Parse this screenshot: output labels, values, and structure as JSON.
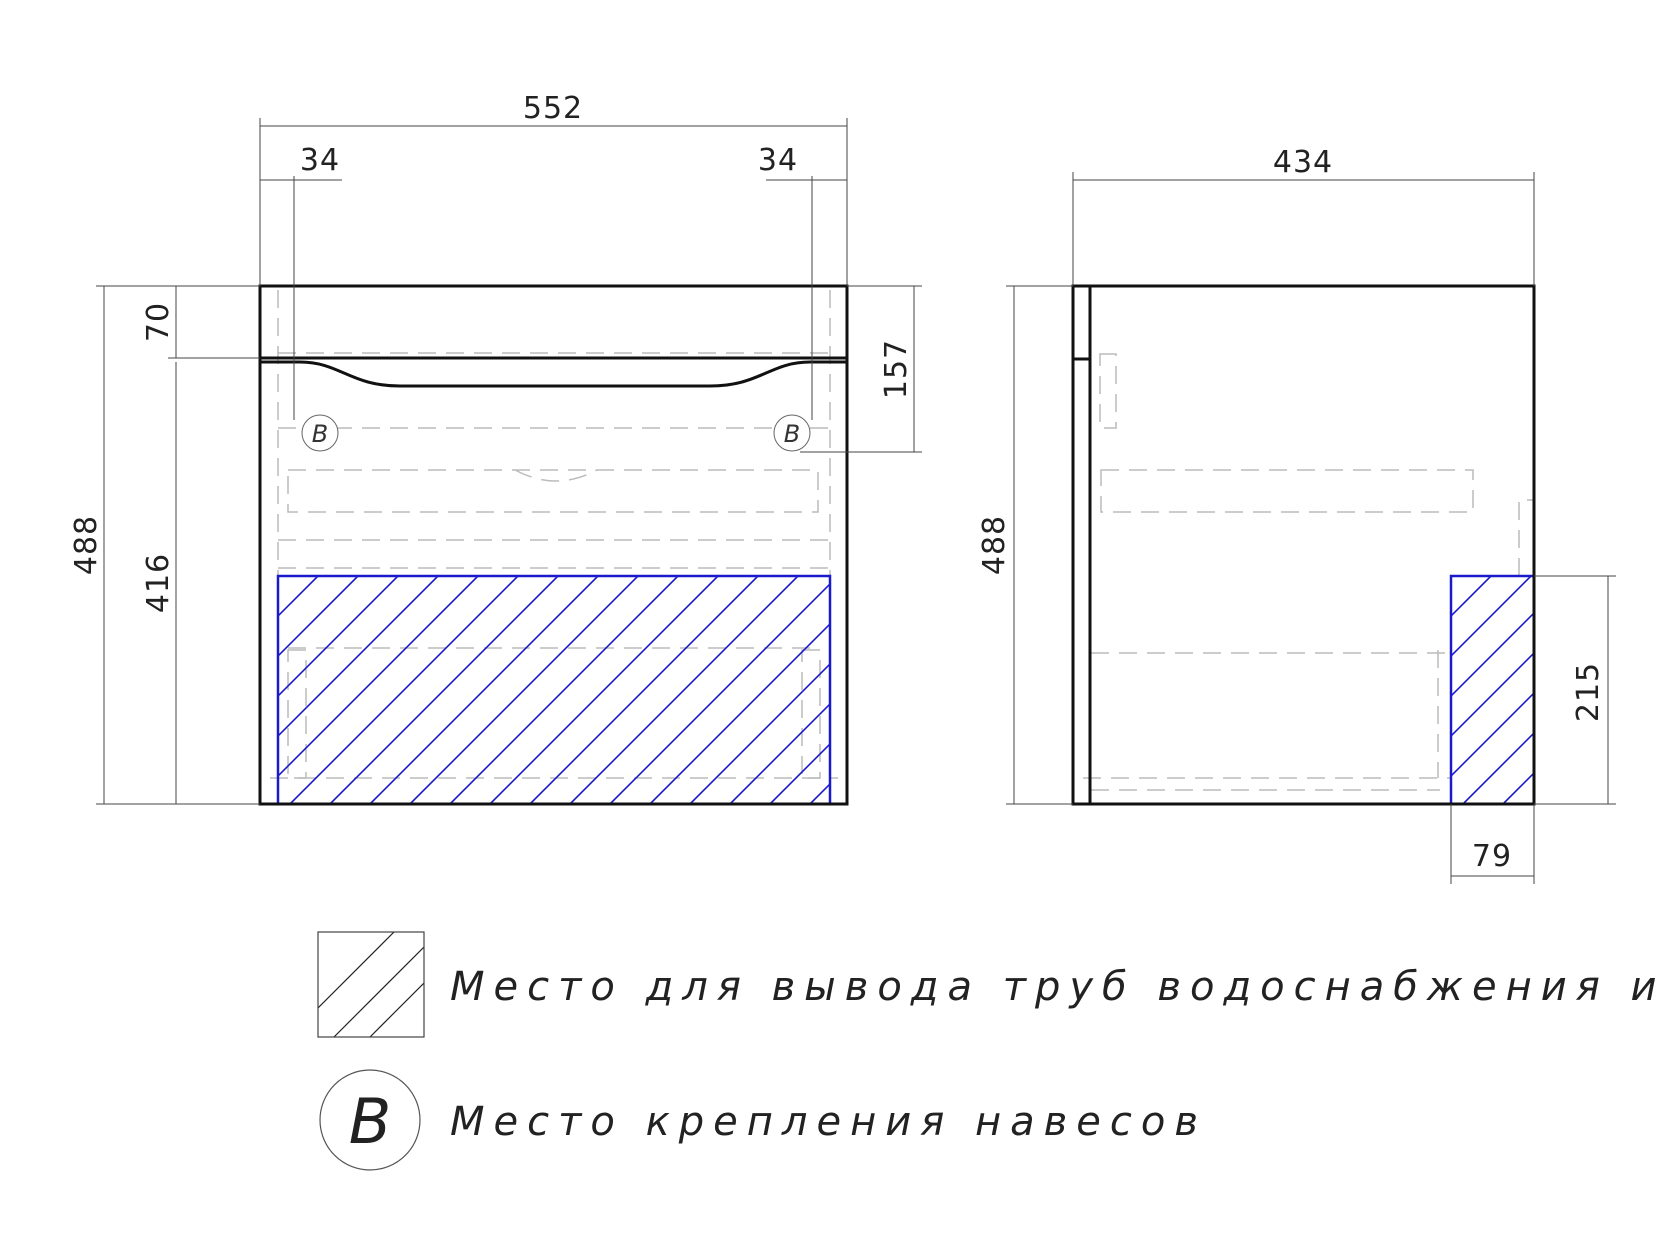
{
  "front_view": {
    "width_label": "552",
    "left_offset_label": "34",
    "right_offset_label": "34",
    "total_height_label": "488",
    "top_panel_label": "70",
    "body_height_label": "416",
    "mount_height_label": "157",
    "mount_left_label": "B",
    "mount_right_label": "B"
  },
  "side_view": {
    "depth_label": "434",
    "total_height_label": "488",
    "pipe_zone_height_label": "215",
    "pipe_zone_depth_label": "79"
  },
  "legend": {
    "pipe_zone_text": "Место для вывода труб водоснабжения и канализации",
    "mount_symbol": "B",
    "mount_text": "Место крепления навесов"
  },
  "colors": {
    "hatch": "#1a1acc",
    "outline": "#111111",
    "hidden_lines": "#bbbbbb"
  }
}
